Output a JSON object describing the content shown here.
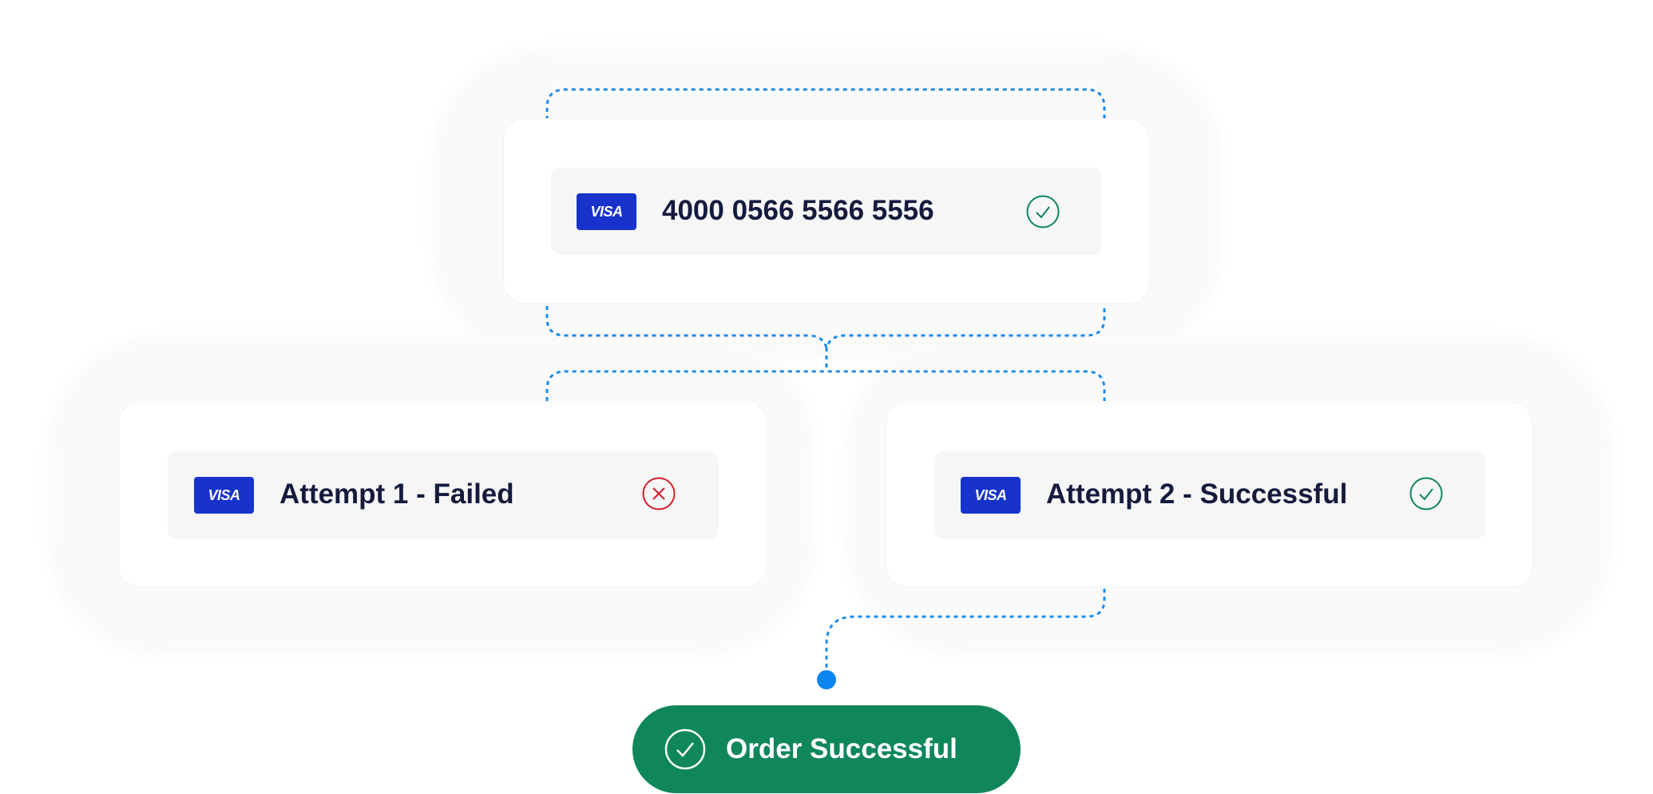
{
  "source_card": {
    "brand": "VISA",
    "card_number": "4000 0566 5566 5556",
    "status": "success"
  },
  "attempts": [
    {
      "brand": "VISA",
      "label": "Attempt 1 - Failed",
      "status": "failed"
    },
    {
      "brand": "VISA",
      "label": "Attempt 2 - Successful",
      "status": "success"
    }
  ],
  "result": {
    "label": "Order Successful"
  },
  "colors": {
    "success": "#0f875b",
    "failed": "#d21f2b",
    "connector": "#1a8cf0",
    "visa": "#1733cc",
    "text": "#151b3d"
  }
}
